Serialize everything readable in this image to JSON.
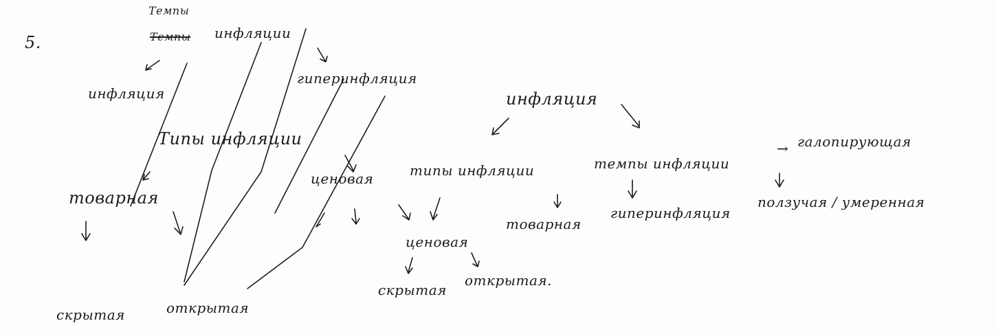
{
  "task_number": "5.",
  "left_tree": {
    "top_label": "Темпы",
    "struck_word": "Темпы",
    "title_word": "инфляции",
    "left_branch": "инфляция",
    "right_branch": "гиперинфляция",
    "types_heading": "Типы инфляции",
    "commodity": "товарная",
    "hidden": "скрытая",
    "open": "открытая"
  },
  "right_tree": {
    "root": "инфляция",
    "types": "типы инфляции",
    "rates": "темпы инфляции",
    "arrow_text": "→",
    "galloping": "галопирующая",
    "price_strikethrough": "ценовая",
    "price": "ценовая",
    "commodity": "товарная",
    "hyper": "гиперинфляция",
    "creeping": "ползучая / умеренная",
    "hidden": "скрытая",
    "open": "открытая."
  },
  "colors": {
    "ink": "#1c1c1c",
    "paper": "#fdfdfd"
  }
}
